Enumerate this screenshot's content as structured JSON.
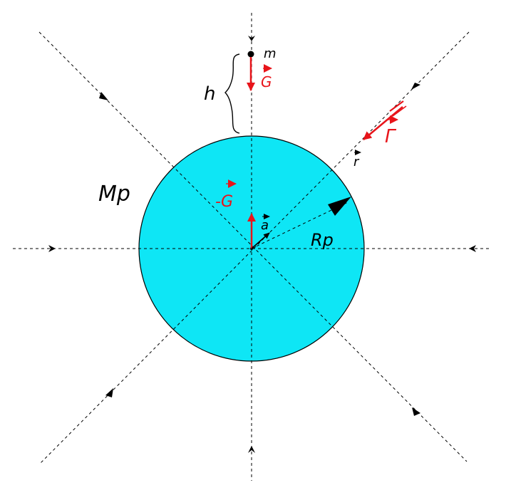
{
  "labels": {
    "planet_mass": "Mp",
    "planet_radius": "Rp",
    "height": "h",
    "object_mass": "m",
    "gravity_force": "G",
    "reaction_force": "-G",
    "acceleration": "a",
    "position": "r",
    "field": "Γ"
  },
  "colors": {
    "planet_fill": "#0ee6f5",
    "force_red": "#e8141a",
    "ink": "#000000"
  }
}
